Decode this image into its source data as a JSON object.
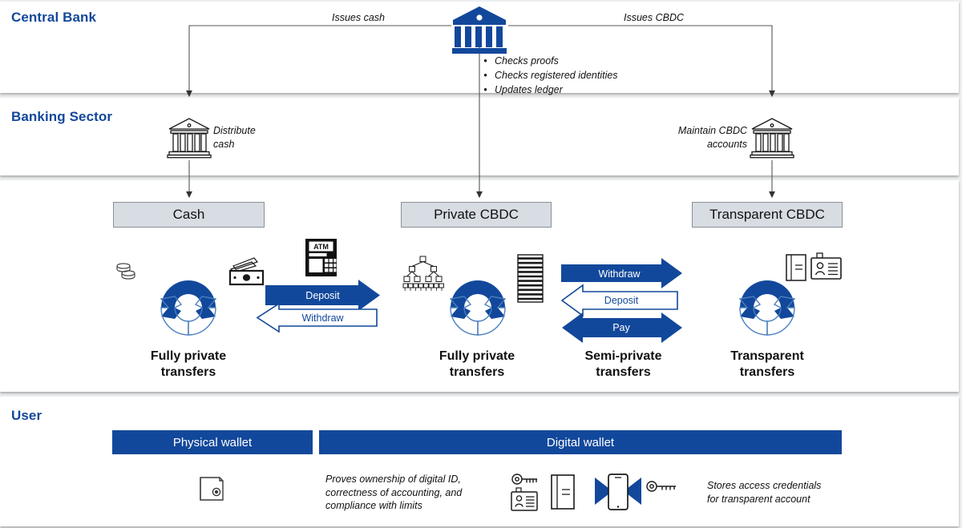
{
  "bands": {
    "central": {
      "title": "Central Bank"
    },
    "banking": {
      "title": "Banking Sector"
    },
    "money": {
      "title": ""
    },
    "user": {
      "title": "User"
    }
  },
  "central_bank": {
    "icon": "bank-building-icon",
    "flow_left_label": "Issues cash",
    "flow_right_label": "Issues CBDC",
    "duties": [
      "Checks proofs",
      "Checks registered identities",
      "Updates ledger"
    ]
  },
  "banking_sector": {
    "left": {
      "icon": "bank-building-outline-icon",
      "label": "Distribute\ncash",
      "label_line1": "Distribute",
      "label_line2": "cash"
    },
    "right": {
      "icon": "bank-building-outline-icon",
      "label_line1": "Maintain CBDC",
      "label_line2": "accounts"
    }
  },
  "money_types": [
    {
      "id": "cash",
      "chip_label": "Cash",
      "transfer_line1": "Fully private",
      "transfer_line2": "transfers",
      "icons": [
        "coins-icon",
        "exchange-circle-icon",
        "banknote-icon",
        "atm-icon"
      ],
      "arrows": [
        {
          "label": "Deposit",
          "direction": "right",
          "style": "filled"
        },
        {
          "label": "Withdraw",
          "direction": "left",
          "style": "outline"
        }
      ]
    },
    {
      "id": "private-cbdc",
      "chip_label": "Private CBDC",
      "transfer_line1": "Fully private",
      "transfer_line2": "transfers",
      "icons": [
        "merkle-tree-icon",
        "exchange-circle-icon",
        "ledger-stack-icon"
      ]
    },
    {
      "id": "semi-private",
      "chip_label": "",
      "transfer_line1": "Semi-private",
      "transfer_line2": "transfers",
      "arrows": [
        {
          "label": "Withdraw",
          "direction": "right",
          "style": "filled"
        },
        {
          "label": "Deposit",
          "direction": "left",
          "style": "outline"
        },
        {
          "label": "Pay",
          "direction": "both",
          "style": "filled"
        }
      ]
    },
    {
      "id": "transparent-cbdc",
      "chip_label": "Transparent CBDC",
      "transfer_line1": "Transparent",
      "transfer_line2": "transfers",
      "icons": [
        "ledger-book-icon",
        "id-badge-icon",
        "exchange-circle-icon"
      ]
    }
  ],
  "user": {
    "physical_wallet": {
      "bar_label": "Physical wallet",
      "icon": "wallet-icon"
    },
    "digital_wallet": {
      "bar_label": "Digital wallet",
      "left_note_line1": "Proves ownership of digital ID,",
      "left_note_line2": "correctness of accounting, and",
      "left_note_line3": "compliance with limits",
      "icons": [
        "key-icon",
        "id-badge-icon",
        "ledger-book-icon",
        "phone-transfer-icon",
        "key-icon"
      ],
      "right_note_line1": "Stores access credentials",
      "right_note_line2": "for transparent account"
    }
  },
  "colors": {
    "brand_blue": "#12489b",
    "deep_blue": "#14489c",
    "light_blue": "#4a7ec0",
    "chip_grey": "#d7dde3",
    "chip_border": "#8a8f94",
    "page_bg": "#eef0f2",
    "panel_bg": "#ffffff",
    "text_dark": "#111111"
  }
}
